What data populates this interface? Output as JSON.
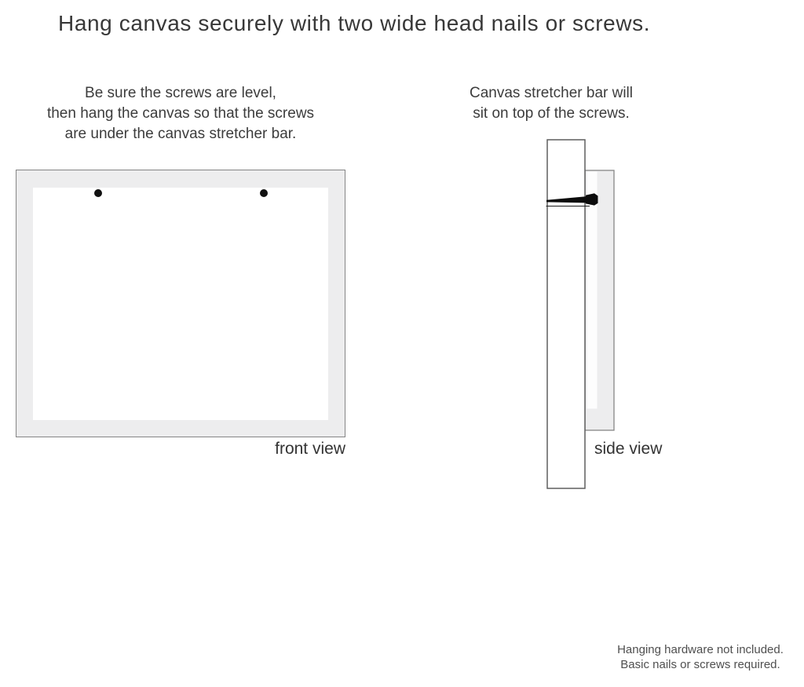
{
  "title": "Hang canvas securely with two wide head nails or screws.",
  "instructions": {
    "left_lines": [
      "Be sure the screws are level,",
      "then hang the canvas so that the screws",
      "are under the canvas stretcher bar."
    ],
    "right_lines": [
      "Canvas stretcher bar will",
      "sit on top of the screws."
    ]
  },
  "labels": {
    "front_view": "front view",
    "side_view": "side view"
  },
  "footer_lines": [
    "Hanging hardware not included.",
    "Basic nails or screws required."
  ],
  "colors": {
    "canvas_edge_fill": "#ededee",
    "outline_stroke": "#858585",
    "wall_stroke": "#5f5f5f",
    "nail_fill": "#0c0c0c",
    "text": "#3a3a3a"
  }
}
